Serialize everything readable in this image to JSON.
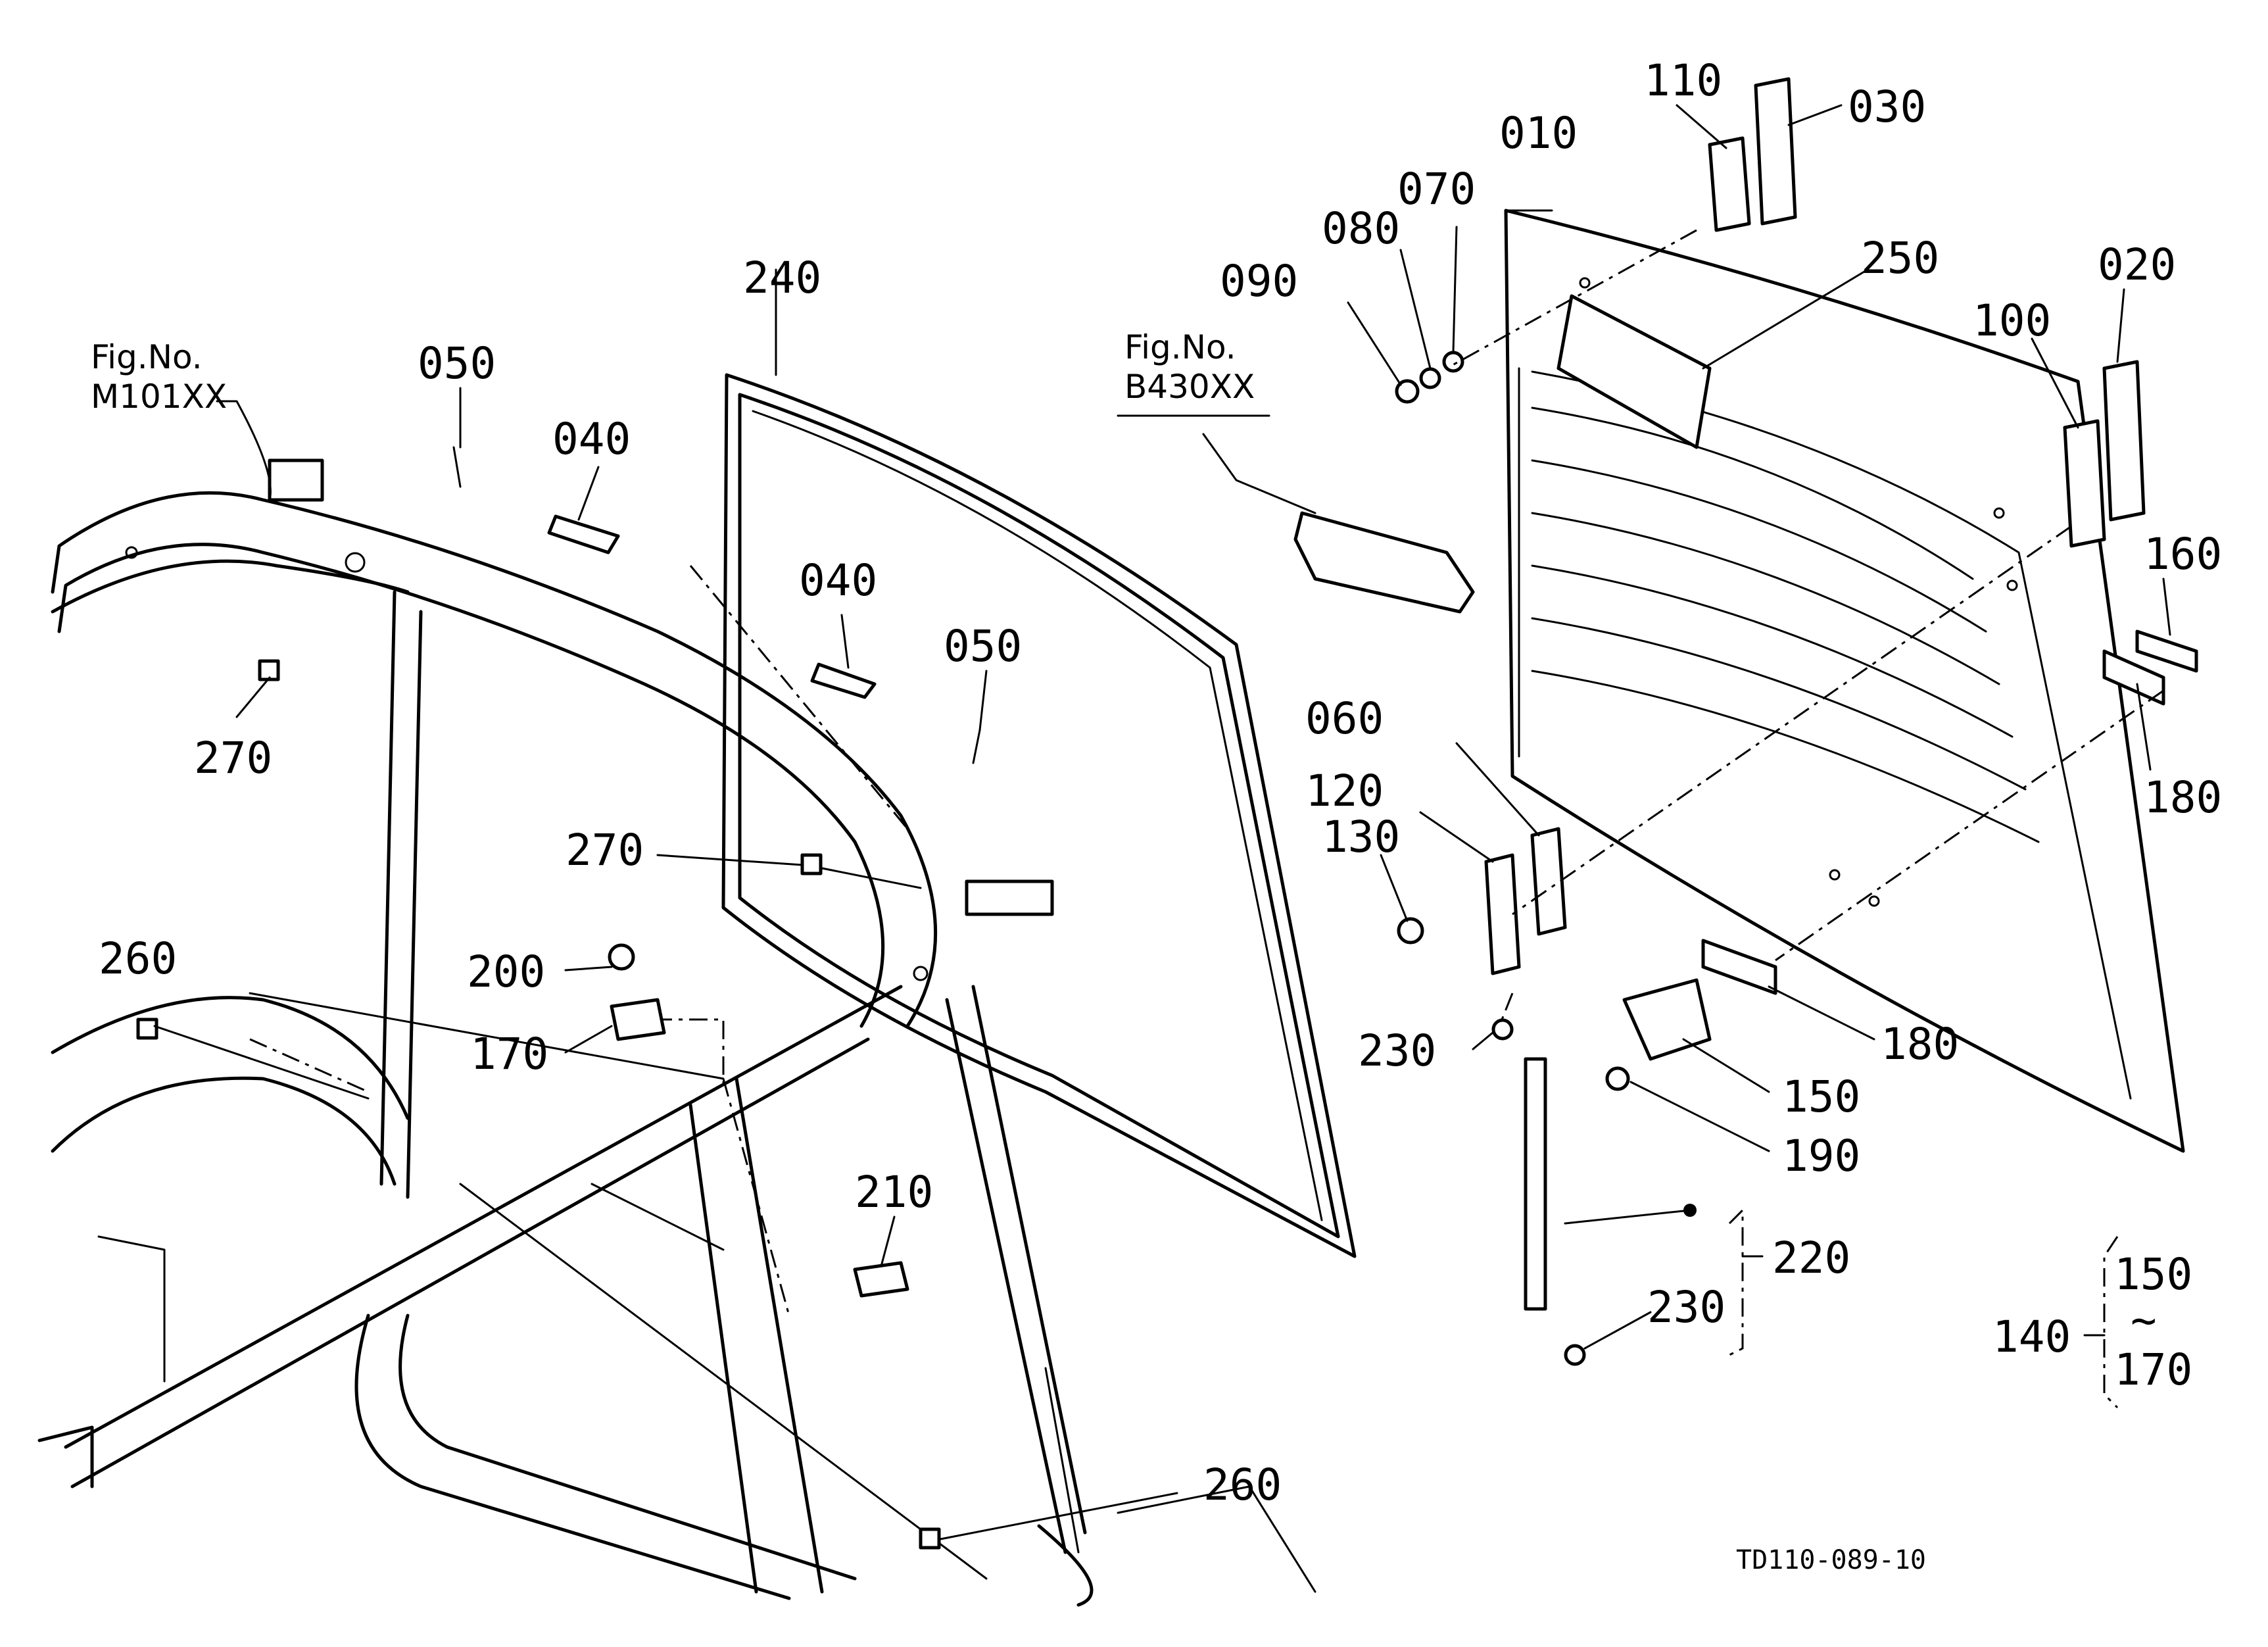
{
  "figure_refs": [
    {
      "line1": "Fig.No.",
      "line2": "M101XX"
    },
    {
      "line1": "Fig.No.",
      "line2": "B430XX"
    }
  ],
  "callouts": [
    "010",
    "020",
    "030",
    "040",
    "040",
    "050",
    "050",
    "060",
    "070",
    "080",
    "090",
    "100",
    "110",
    "120",
    "130",
    "150",
    "160",
    "170",
    "180",
    "180",
    "190",
    "200",
    "210",
    "220",
    "230",
    "230",
    "240",
    "250",
    "260",
    "260",
    "270",
    "270"
  ],
  "set_note": {
    "label": "140",
    "from": "150",
    "tilde": "~",
    "to": "170"
  },
  "drawing_code": "TD110-089-10"
}
